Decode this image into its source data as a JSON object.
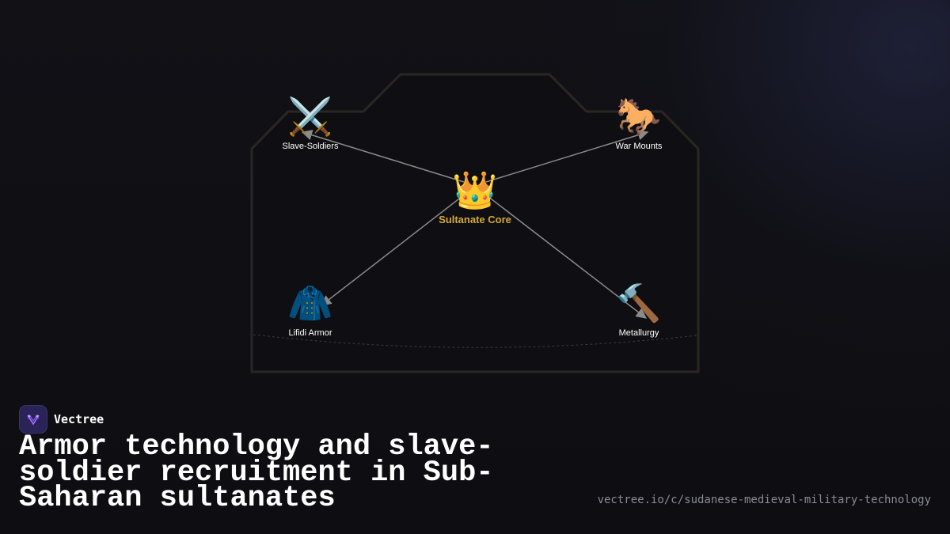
{
  "brand": {
    "name": "Vectree",
    "logo": "vectree-logo-icon"
  },
  "headline": "Armor technology and slave-soldier recruitment in Sub-Saharan sultanates",
  "url": "vectree.io/c/sudanese-medieval-military-technology",
  "colors": {
    "background": "#0f0f13",
    "core_label": "#d4a838",
    "edge": "#8a8a8a",
    "frame": "#2a2722"
  },
  "diagram": {
    "core": {
      "icon": "👑",
      "icon_name": "crown-icon",
      "label": "Sultanate Core"
    },
    "nodes": [
      {
        "id": "slave-soldiers",
        "icon": "⚔️",
        "icon_name": "crossed-swords-icon",
        "label": "Slave-Soldiers"
      },
      {
        "id": "war-mounts",
        "icon": "🐎",
        "icon_name": "horse-icon",
        "label": "War Mounts"
      },
      {
        "id": "lifidi-armor",
        "icon": "🧥",
        "icon_name": "padded-coat-icon",
        "label": "Lifidi Armor"
      },
      {
        "id": "metallurgy",
        "icon": "🔨",
        "icon_name": "hammer-icon",
        "label": "Metallurgy"
      }
    ],
    "edges": [
      {
        "from": "core",
        "to": "slave-soldiers"
      },
      {
        "from": "core",
        "to": "war-mounts"
      },
      {
        "from": "core",
        "to": "lifidi-armor"
      },
      {
        "from": "core",
        "to": "metallurgy"
      }
    ]
  }
}
